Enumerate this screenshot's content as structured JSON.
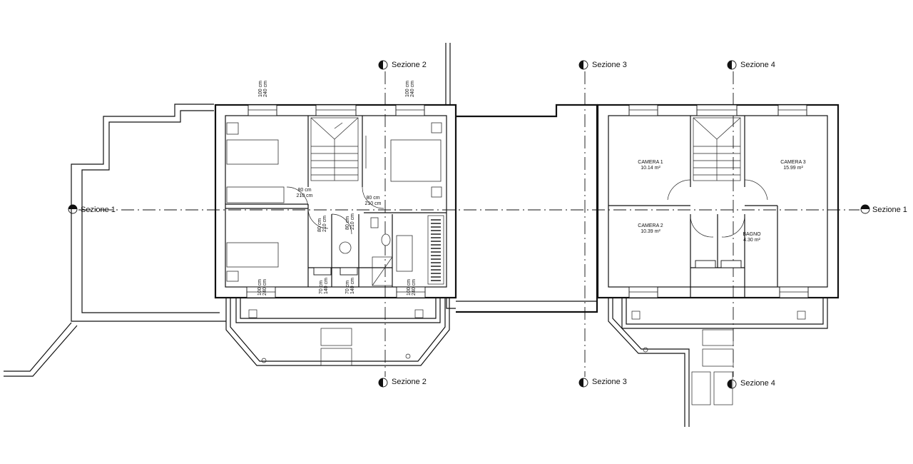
{
  "sections": {
    "s1_left": "Sezione 1",
    "s1_right": "Sezione 1",
    "s2_top": "Sezione 2",
    "s2_bottom": "Sezione 2",
    "s3_top": "Sezione 3",
    "s3_bottom": "Sezione 3",
    "s4_top": "Sezione 4",
    "s4_bottom": "Sezione 4"
  },
  "rooms": {
    "camera1_name": "CAMERA 1",
    "camera1_area": "10.14 m²",
    "camera2_name": "CAMERA 2",
    "camera2_area": "10.39 m²",
    "camera3_name": "CAMERA 3",
    "camera3_area": "15.99 m²",
    "bagno_name": "BAGNO",
    "bagno_area": "4.30 m²"
  },
  "dimensions": {
    "win_top_left_w": "100 cm",
    "win_top_left_h": "240 cm",
    "win_top_mid_w": "100 cm",
    "win_top_mid_h": "240 cm",
    "door_a_w": "80 cm",
    "door_a_h": "210 cm",
    "door_b_w": "80 cm",
    "door_b_h": "210 cm",
    "door_c_w": "80 cm",
    "door_c_h": "210 cm",
    "door_d_w": "80 cm",
    "door_d_h": "210 cm",
    "win_bot_left_w": "100 cm",
    "win_bot_left_h": "240 cm",
    "door_e_w": "70 cm",
    "door_e_h": "140 cm",
    "door_f_w": "70 cm",
    "door_f_h": "140 cm",
    "win_bot_mid_w": "100 cm",
    "win_bot_mid_h": "240 cm"
  }
}
